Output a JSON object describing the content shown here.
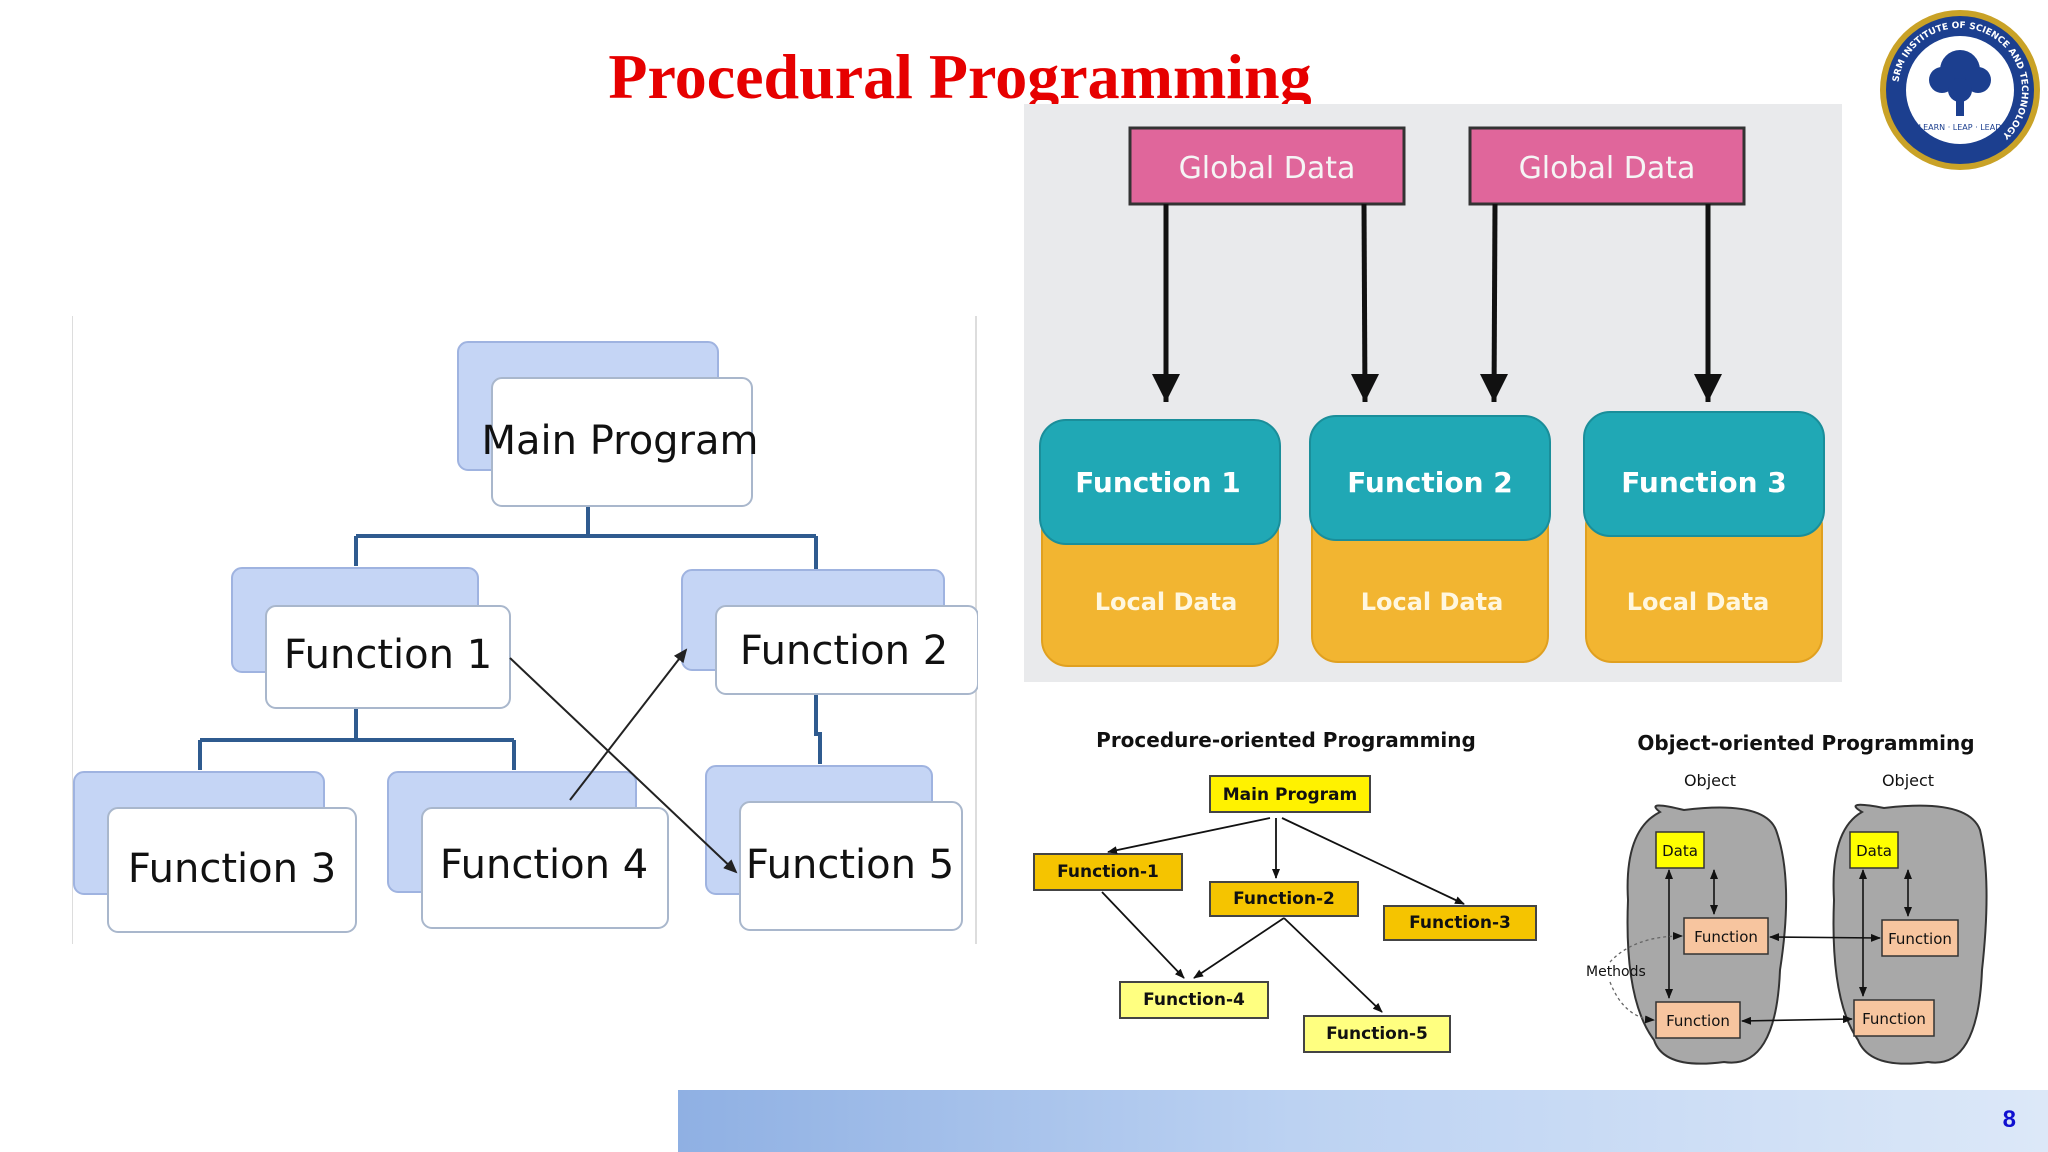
{
  "slide": {
    "title": "Procedural Programming",
    "page_number": "8"
  },
  "logo": {
    "ring_text": "SRM INSTITUTE OF SCIENCE AND TECHNOLOGY",
    "motto": "LEARN · LEAP · LEAD",
    "colors": {
      "navy": "#1c3f8f",
      "gold": "#c9a227"
    }
  },
  "hierarchy": {
    "main": "Main Program",
    "nodes": [
      "Function 1",
      "Function 2",
      "Function 3",
      "Function 4",
      "Function 5"
    ],
    "colors": {
      "shadow": "#c5d5f5",
      "box": "#ffffff",
      "line": "#2f5b8f"
    }
  },
  "global_local": {
    "globals": [
      "Global Data",
      "Global Data"
    ],
    "functions": [
      "Function 1",
      "Function 2",
      "Function 3"
    ],
    "locals": [
      "Local Data",
      "Local Data",
      "Local Data"
    ],
    "colors": {
      "global": "#e0669b",
      "function": "#20a8b5",
      "local": "#f2b531",
      "background": "#e9eaec"
    }
  },
  "procedure_oriented": {
    "title": "Procedure-oriented Programming",
    "main": "Main Program",
    "functions": [
      "Function-1",
      "Function-2",
      "Function-3",
      "Function-4",
      "Function-5"
    ],
    "colors": {
      "primary": "#f5c400",
      "secondary": "#ffff80"
    }
  },
  "object_oriented": {
    "title": "Object-oriented Programming",
    "object_labels": [
      "Object",
      "Object"
    ],
    "data_label": "Data",
    "function_label": "Function",
    "methods_label": "Methods",
    "colors": {
      "object": "#a8a8a8",
      "data": "#ffff00",
      "function": "#f7c59f"
    }
  }
}
